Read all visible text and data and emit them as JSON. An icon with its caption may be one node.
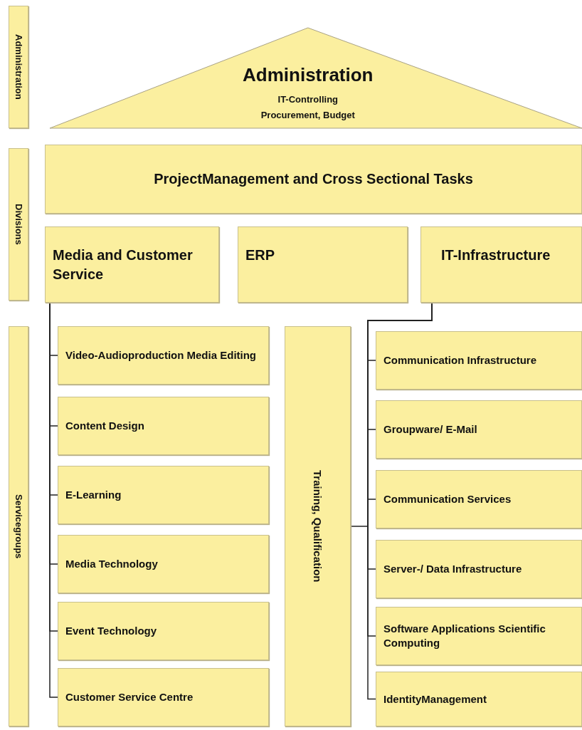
{
  "diagram": {
    "nodes": [
      {
        "text": [
          "Administration"
        ]
      },
      {
        "text": [
          "Administration",
          "IT-Controlling",
          "Procurement, Budget"
        ]
      },
      {
        "text": [
          "Divisions"
        ]
      },
      {
        "text": [
          "ProjectManagement and Cross Sectional Tasks"
        ]
      },
      {
        "text": [
          "Media and Customer Service"
        ]
      },
      {
        "text": [
          "ERP"
        ]
      },
      {
        "text": [
          "IT-Infrastructure"
        ]
      },
      {
        "text": [
          "Servicegroups"
        ]
      },
      {
        "text": [
          "Video-Audioproduction Media Editing"
        ]
      },
      {
        "text": [
          "Content Design"
        ]
      },
      {
        "text": [
          "E-Learning"
        ]
      },
      {
        "text": [
          "Media Technology"
        ]
      },
      {
        "text": [
          "Event Technology"
        ]
      },
      {
        "text": [
          "Customer Service Centre"
        ]
      },
      {
        "text": [
          "Training, Qualification"
        ]
      },
      {
        "text": [
          "Communication Infrastructure"
        ]
      },
      {
        "text": [
          "Groupware/ E-Mail"
        ]
      },
      {
        "text": [
          "Communication Services"
        ]
      },
      {
        "text": [
          "Server-/ Data Infrastructure"
        ]
      },
      {
        "text": [
          "Software Applications Scientific Computing"
        ]
      },
      {
        "text": [
          "IdentityManagement"
        ]
      }
    ],
    "edges": [
      {
        "from": 4,
        "to": 8,
        "arrow": "none"
      },
      {
        "from": 4,
        "to": 9,
        "arrow": "none"
      },
      {
        "from": 4,
        "to": 10,
        "arrow": "none"
      },
      {
        "from": 4,
        "to": 11,
        "arrow": "none"
      },
      {
        "from": 4,
        "to": 12,
        "arrow": "none"
      },
      {
        "from": 4,
        "to": 13,
        "arrow": "none"
      },
      {
        "from": 6,
        "to": 14,
        "arrow": "none"
      },
      {
        "from": 6,
        "to": 15,
        "arrow": "none"
      },
      {
        "from": 6,
        "to": 16,
        "arrow": "none"
      },
      {
        "from": 6,
        "to": 17,
        "arrow": "none"
      },
      {
        "from": 6,
        "to": 18,
        "arrow": "none"
      },
      {
        "from": 6,
        "to": 19,
        "arrow": "none"
      },
      {
        "from": 6,
        "to": 20,
        "arrow": "none"
      }
    ]
  }
}
